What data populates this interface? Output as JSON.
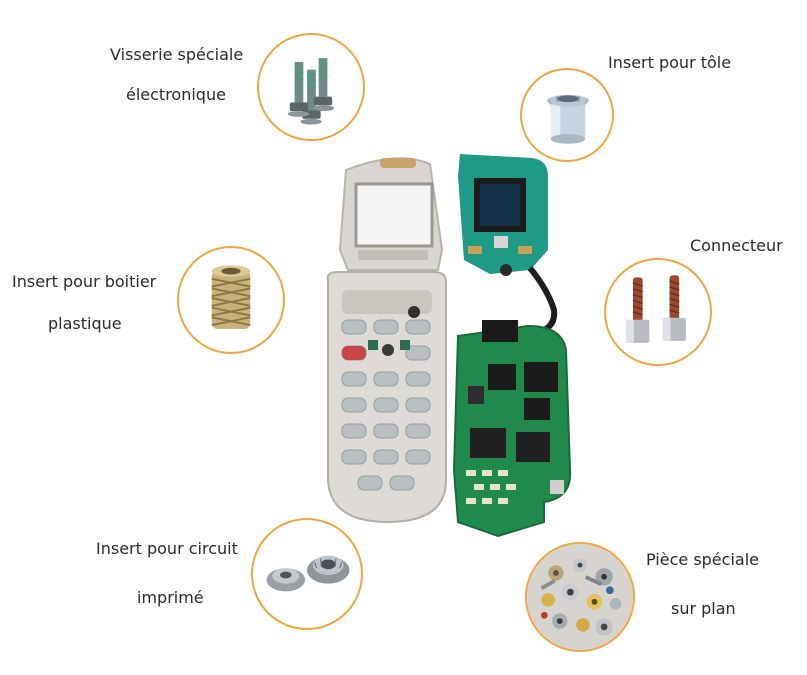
{
  "labels": {
    "visserie_line1": "Visserie spéciale",
    "visserie_line2": "électronique",
    "insert_tole": "Insert pour tôle",
    "connecteur": "Connecteur",
    "insert_boitier_line1": "Insert pour boitier",
    "insert_boitier_line2": "plastique",
    "insert_circuit_line1": "Insert pour circuit",
    "insert_circuit_line2": "imprimé",
    "piece_speciale_line1": "Pièce spéciale",
    "piece_speciale_line2": "sur plan"
  },
  "colors": {
    "accent_ring": "#f0a640",
    "pcb_green": "#1f8a4c",
    "phone_shell": "#d9d6d2",
    "text": "#2b2b2b"
  },
  "icons": {
    "screws": "screws-icon",
    "sheet_insert": "sheet-metal-insert-icon",
    "connector": "connector-pins-icon",
    "plastic_insert": "knurled-brass-insert-icon",
    "pcb_insert": "pcb-nut-insert-icon",
    "special_parts": "assorted-parts-icon"
  }
}
